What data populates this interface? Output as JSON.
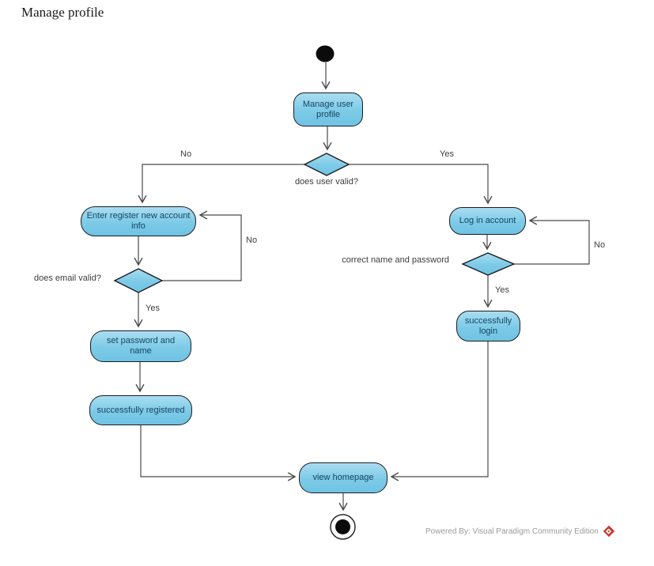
{
  "page": {
    "title": "Manage profile"
  },
  "diagram": {
    "type": "uml-activity-diagram",
    "nodes": {
      "start": "initial-node",
      "manage_user_profile": "Manage user profile",
      "enter_register": "Enter register new account info",
      "set_password": "set password and name",
      "successfully_registered": "successfully registered",
      "log_in": "Log in account",
      "successfully_login": "successfully login",
      "view_homepage": "view homepage",
      "end": "final-node"
    },
    "decisions": {
      "user_valid": "does user valid?",
      "email_valid": "does email valid?",
      "name_password": "correct name and password"
    },
    "edge_labels": {
      "no_to_register": "No",
      "yes_to_login": "Yes",
      "yes_after_email": "Yes",
      "no_email_loop": "No",
      "yes_after_login": "Yes",
      "no_login_loop": "No"
    },
    "colors": {
      "node_fill_top": "#a9ddf1",
      "node_fill_bottom": "#6fc3e3",
      "node_border": "#1c1c24",
      "node_text": "#16455f",
      "connector": "#4a4a4a",
      "watermark_text": "#9b9b9b",
      "logo_red": "#c53a33"
    }
  },
  "watermark": {
    "text": "Powered By: Visual Paradigm Community Edition"
  }
}
